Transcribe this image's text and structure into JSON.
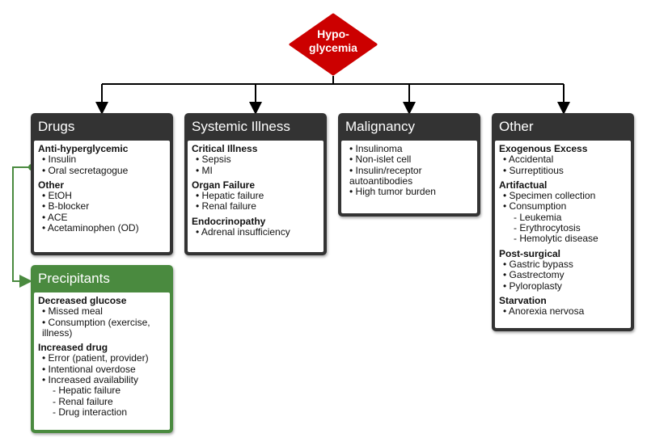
{
  "root": {
    "label_line1": "Hypo-",
    "label_line2": "glycemia",
    "color": "#cc0000"
  },
  "colors": {
    "header_dark": "#333333",
    "header_green": "#4a8a3f",
    "connector": "#000000"
  },
  "categories": [
    {
      "title": "Drugs",
      "sections": [
        {
          "title": "Anti-hyperglycemic",
          "items": [
            "Insulin",
            "Oral secretagogue"
          ]
        },
        {
          "title": "Other",
          "items": [
            "EtOH",
            "B-blocker",
            "ACE",
            "Acetaminophen (OD)"
          ]
        }
      ]
    },
    {
      "title": "Systemic Illness",
      "sections": [
        {
          "title": "Critical Illness",
          "items": [
            "Sepsis",
            "MI"
          ]
        },
        {
          "title": "Organ Failure",
          "items": [
            "Hepatic failure",
            "Renal failure"
          ]
        },
        {
          "title": "Endocrinopathy",
          "items": [
            "Adrenal insufficiency"
          ]
        }
      ]
    },
    {
      "title": "Malignancy",
      "sections": [
        {
          "title": "",
          "items": [
            "Insulinoma",
            "Non-islet cell",
            "Insulin/receptor autoantibodies",
            "High tumor burden"
          ]
        }
      ]
    },
    {
      "title": "Other",
      "sections": [
        {
          "title": "Exogenous Excess",
          "items": [
            "Accidental",
            "Surreptitious"
          ]
        },
        {
          "title": "Artifactual",
          "items": [
            "Specimen collection",
            "Consumption"
          ],
          "subitems": [
            "Leukemia",
            "Erythrocytosis",
            "Hemolytic disease"
          ]
        },
        {
          "title": "Post-surgical",
          "items": [
            "Gastric bypass",
            "Gastrectomy",
            "Pyloroplasty"
          ]
        },
        {
          "title": "Starvation",
          "items": [
            "Anorexia nervosa"
          ]
        }
      ]
    }
  ],
  "precipitants": {
    "title": "Precipitants",
    "sections": [
      {
        "title": "Decreased glucose",
        "items": [
          "Missed meal",
          "Consumption (exercise, illness)"
        ]
      },
      {
        "title": "Increased drug",
        "items": [
          "Error (patient, provider)",
          "Intentional overdose",
          "Increased availability"
        ],
        "subitems": [
          "Hepatic failure",
          "Renal failure",
          "Drug interaction"
        ]
      }
    ]
  }
}
